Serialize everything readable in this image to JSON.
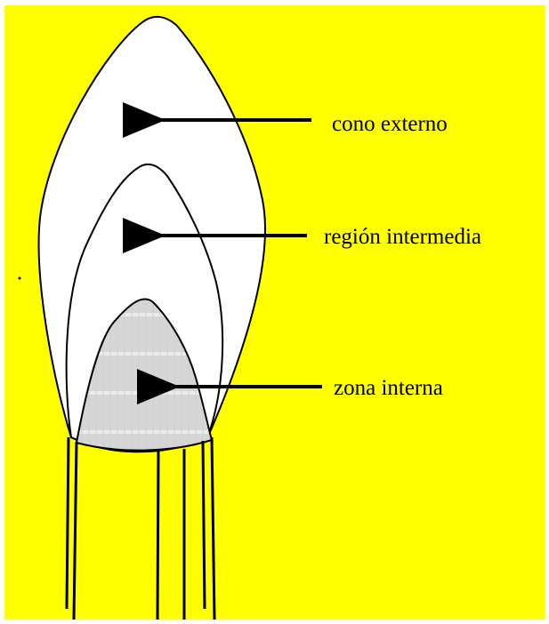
{
  "colors": {
    "background": "#ffff00",
    "flame_fill": "#ffffff",
    "inner_fill": "#d8d8d8",
    "stroke": "#000000"
  },
  "labels": {
    "outer_cone": "cono externo",
    "intermediate_region": "región intermedia",
    "inner_zone": "zona interna"
  }
}
